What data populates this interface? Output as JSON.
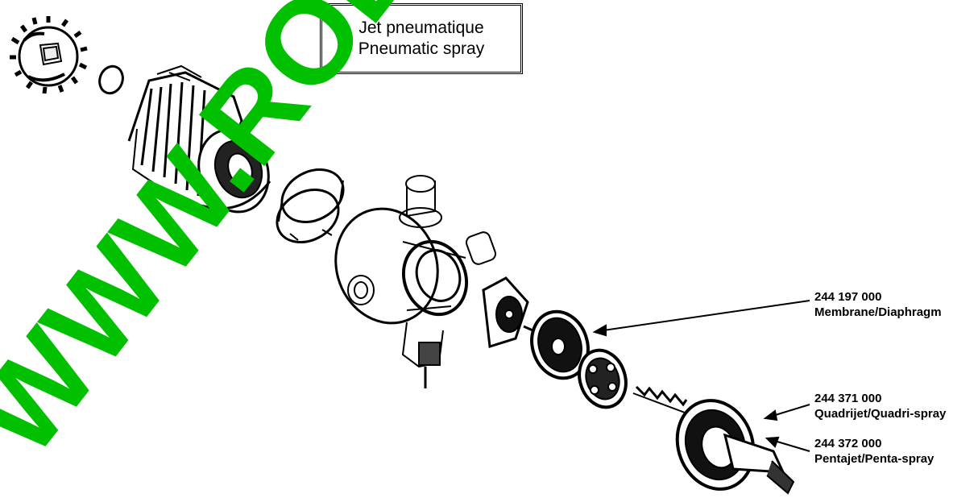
{
  "title": {
    "line1": "Jet pneumatique",
    "line2": "Pneumatic spray"
  },
  "callouts": [
    {
      "part_number": "244 197 000",
      "description": "Membrane/Diaphragm"
    },
    {
      "part_number": "244 371 000",
      "description": "Quadrijet/Quadri-spray"
    },
    {
      "part_number": "244 372 000",
      "description": "Pentajet/Penta-spray"
    }
  ],
  "watermark": {
    "text": "WWW.ROL",
    "color": "#00c000"
  },
  "colors": {
    "ink": "#000000",
    "background": "#ffffff"
  }
}
